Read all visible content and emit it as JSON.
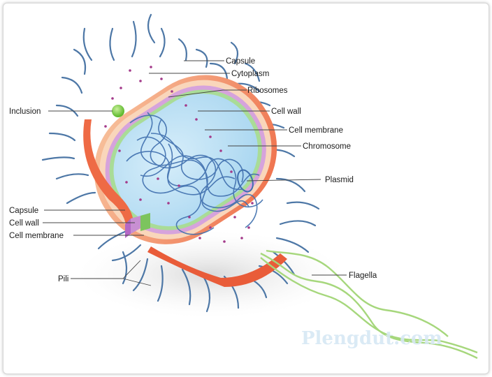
{
  "labels": {
    "capsule_top": "Capsule",
    "cytoplasm": "Cytoplasm",
    "ribosomes": "Ribosomes",
    "cell_wall_right": "Cell wall",
    "cell_membrane_right": "Cell membrane",
    "chromosome": "Chromosome",
    "plasmid": "Plasmid",
    "flagella": "Flagella",
    "inclusion": "Inclusion",
    "capsule_left": "Capsule",
    "cell_wall_left": "Cell wall",
    "cell_membrane_left": "Cell membrane",
    "pili": "Pili"
  },
  "watermark": "Plengdut.com",
  "colors": {
    "capsule": "#f07a55",
    "cell_wall": "#c88fd2",
    "cell_membrane": "#9ed58e",
    "cytoplasm": "#bfe1f4",
    "chromosome": "#3f6fae",
    "ribosome": "#a33a8a",
    "inclusion": "#7dcb4a",
    "pili": "#4d77a6",
    "flagella": "#a6d77c"
  }
}
